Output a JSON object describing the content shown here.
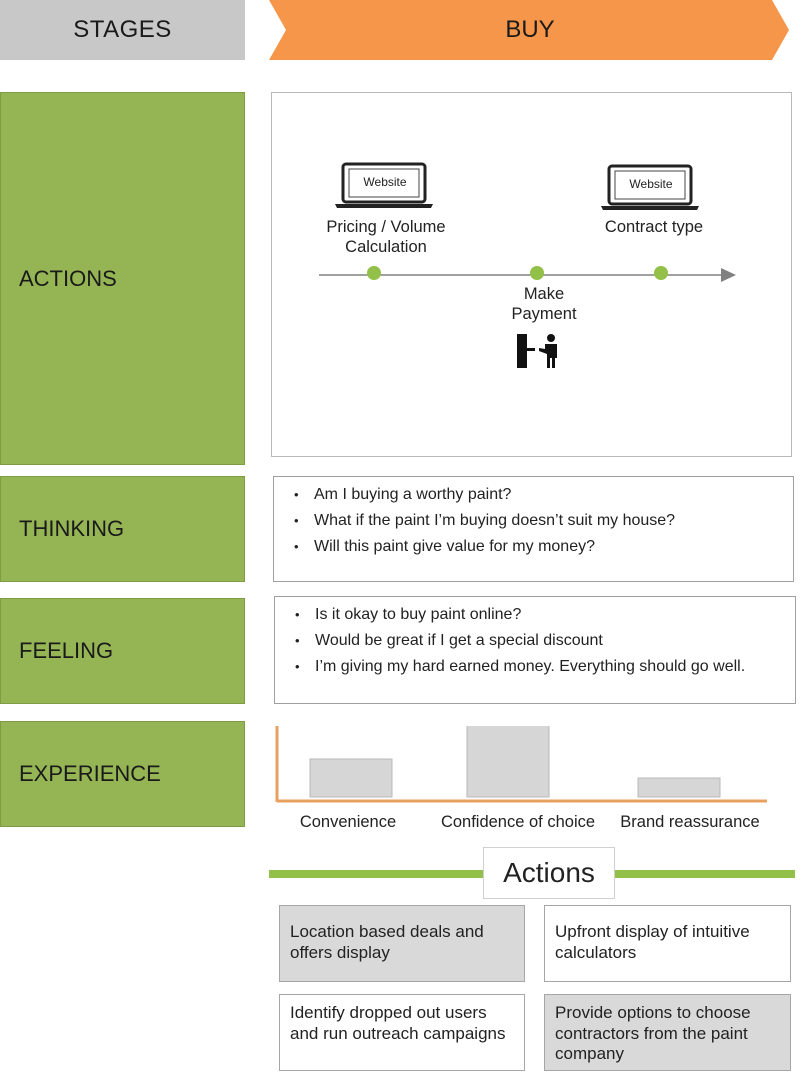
{
  "header": {
    "stages": "STAGES",
    "buy": "BUY"
  },
  "rows": {
    "actions": "ACTIONS",
    "thinking": "THINKING",
    "feeling": "FEELING",
    "experience": "EXPERIENCE"
  },
  "timeline": {
    "website_label_1": "Website",
    "website_label_2": "Website",
    "step1_line1": "Pricing / Volume",
    "step1_line2": "Calculation",
    "step2_line1": "Make",
    "step2_line2": "Payment",
    "step3": "Contract type",
    "dot_color": "#92c048",
    "line_color": "#808080"
  },
  "thinking": [
    "Am I buying a worthy paint?",
    "What if the paint I’m buying doesn’t suit my house?",
    "Will this paint give value for my money?"
  ],
  "feeling": [
    "Is it okay to buy paint online?",
    "Would be great if I get a special discount",
    "I’m giving my hard earned money. Everything should go well."
  ],
  "experience": {
    "categories": [
      "Convenience",
      "Confidence of choice",
      "Brand reassurance"
    ],
    "relative_levels": [
      0.5,
      1.0,
      0.25
    ],
    "axis_color": "#e8a060"
  },
  "actions_section": {
    "title": "Actions",
    "cards": [
      "Location based deals and offers display",
      "Upfront display of intuitive calculators",
      "Identify dropped out users and run outreach campaigns",
      "Provide options to choose contractors from the paint company"
    ]
  },
  "colors": {
    "stage_label_bg": "#95b555",
    "buy_header": "#f5964a",
    "stages_header": "#c8c8c8"
  }
}
